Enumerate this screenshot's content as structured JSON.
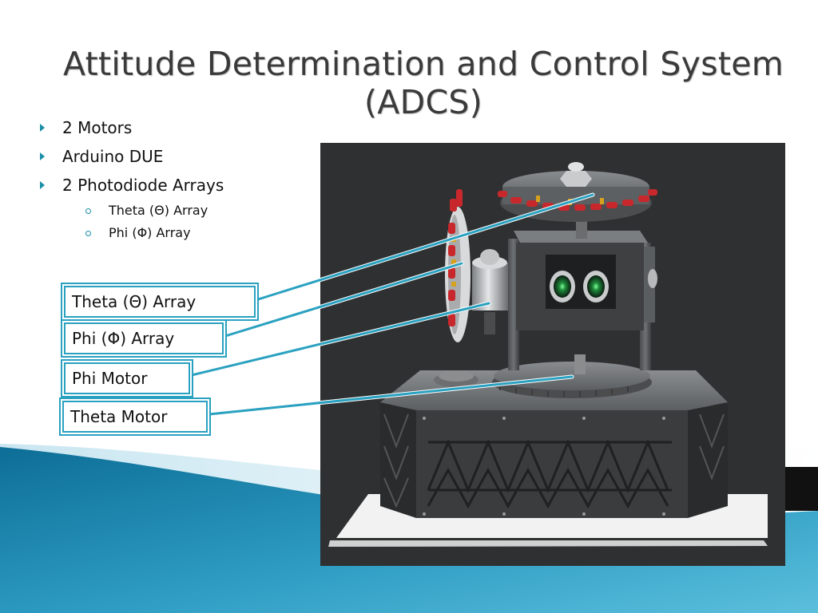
{
  "slide": {
    "title_line1": "Attitude Determination and Control System",
    "title_line2": "(ADCS)",
    "bullets": [
      "2 Motors",
      "Arduino DUE",
      "2 Photodiode Arrays"
    ],
    "sub_bullets": [
      "Theta (Θ) Array",
      "Phi (Φ) Array"
    ],
    "labels": {
      "theta_array": "Theta (Θ) Array",
      "phi_array": "Phi (Φ) Array",
      "phi_motor": "Phi Motor",
      "theta_motor": "Theta Motor"
    }
  },
  "colors": {
    "accent": "#2aa1c0",
    "title": "#3a3a3a",
    "panel": "#2f3031",
    "wave_dark": "#0f6f95",
    "wave_light": "#5fc0dd"
  }
}
